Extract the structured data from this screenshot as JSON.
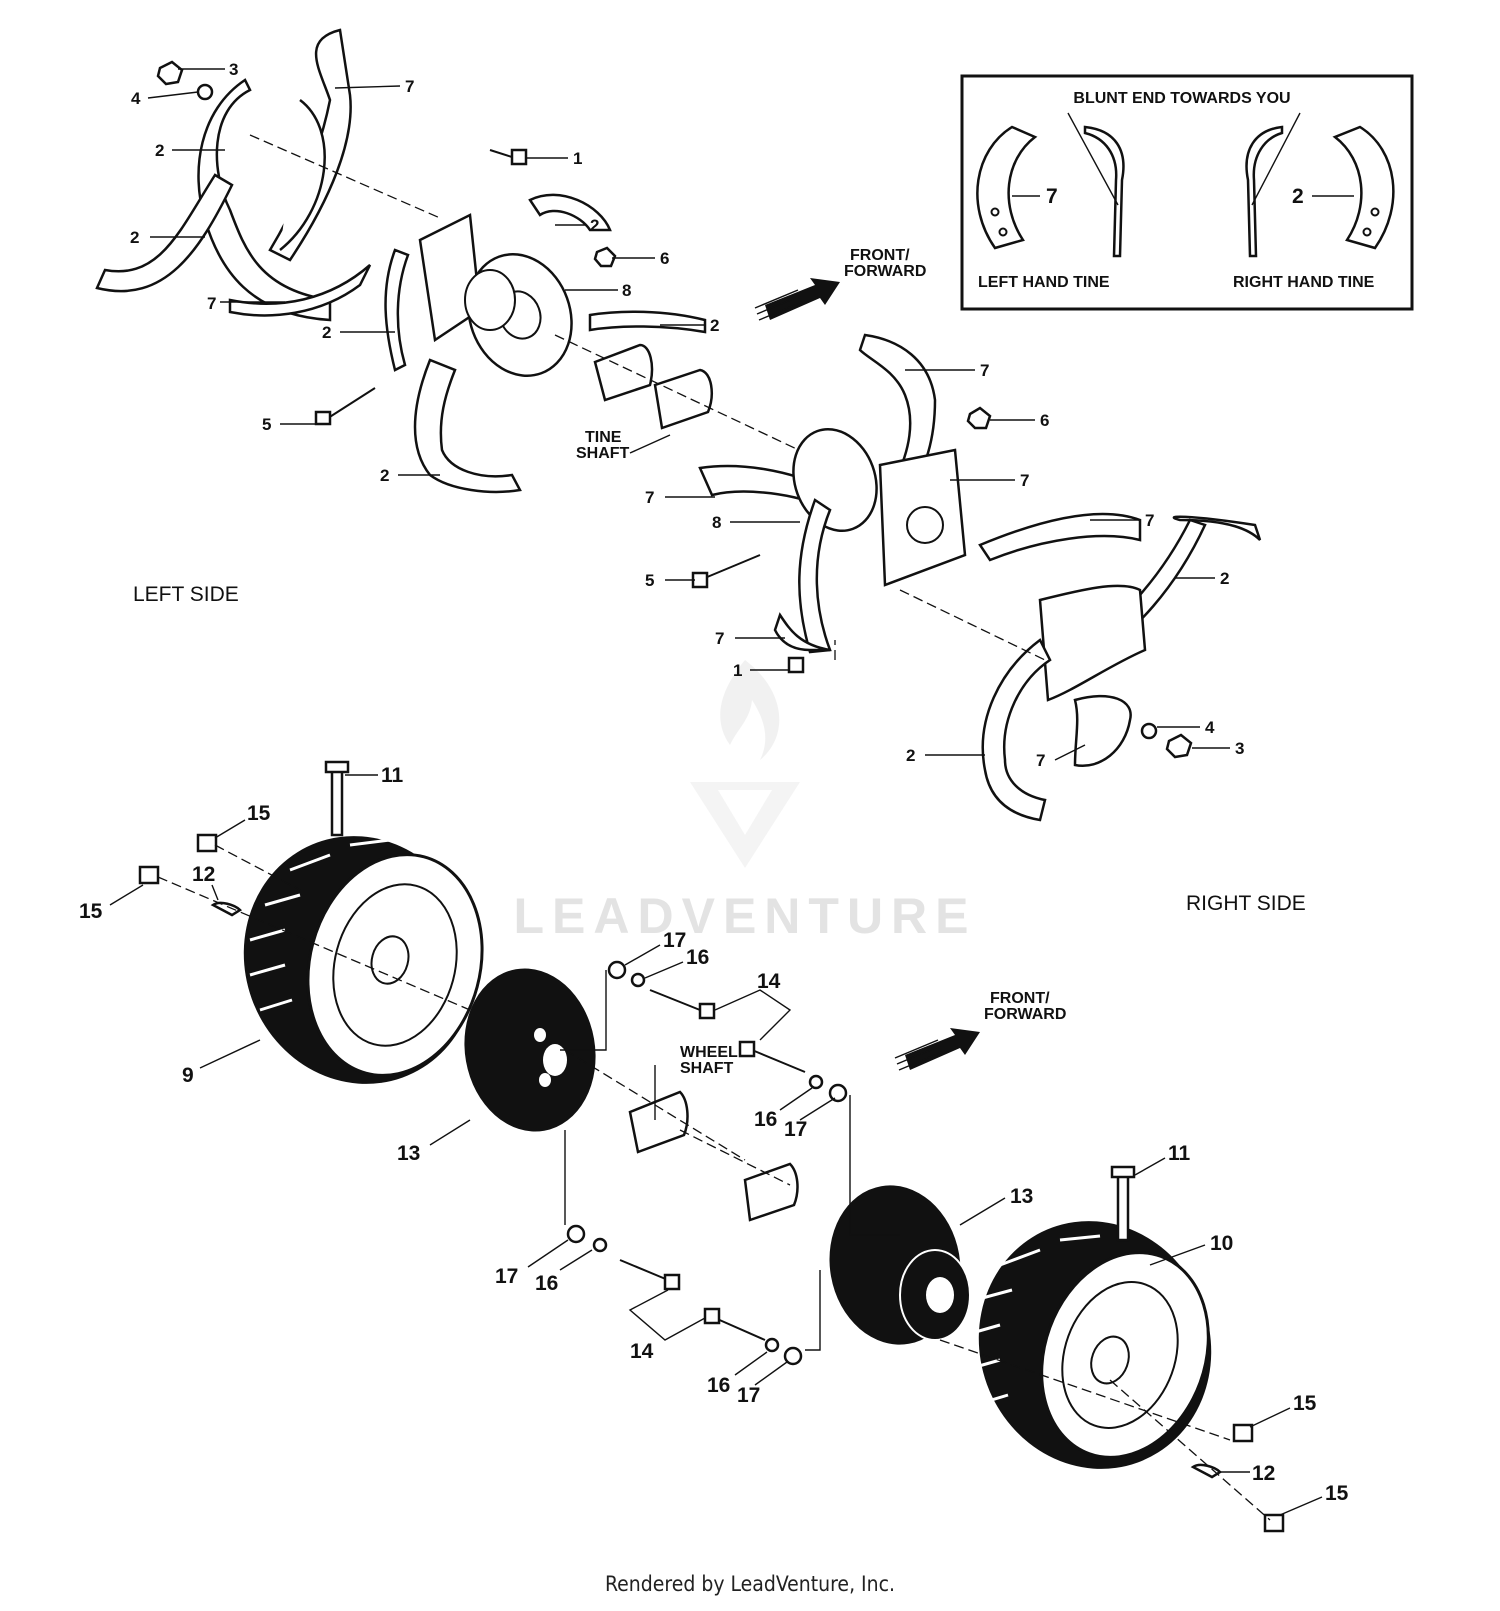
{
  "inset": {
    "heading": "BLUNT END TOWARDS YOU",
    "left_caption": "LEFT HAND TINE",
    "right_caption": "RIGHT HAND TINE",
    "left_callout": "7",
    "right_callout": "2"
  },
  "labels": {
    "left_side": "LEFT SIDE",
    "right_side": "RIGHT SIDE",
    "front_forward_1": "FRONT/",
    "front_forward_2": "FORWARD",
    "tine_shaft_1": "TINE",
    "tine_shaft_2": "SHAFT",
    "wheel_shaft_1": "WHEEL",
    "wheel_shaft_2": "SHAFT"
  },
  "callouts": {
    "left_tines": [
      "3",
      "4",
      "7",
      "2",
      "1",
      "2",
      "6",
      "8",
      "2",
      "2",
      "7",
      "2",
      "5",
      "2"
    ],
    "right_tines": [
      "7",
      "6",
      "7",
      "7",
      "8",
      "5",
      "7",
      "2",
      "7",
      "1",
      "4",
      "3",
      "2",
      "7"
    ],
    "wheels_upper": [
      "11",
      "15",
      "12",
      "15",
      "9",
      "13",
      "17",
      "16",
      "14",
      "16",
      "17"
    ],
    "wheels_lower": [
      "11",
      "13",
      "10",
      "17",
      "16",
      "14",
      "16",
      "17",
      "15",
      "12",
      "15"
    ]
  },
  "watermark": "LEADVENTURE",
  "footer": "Rendered by LeadVenture, Inc."
}
